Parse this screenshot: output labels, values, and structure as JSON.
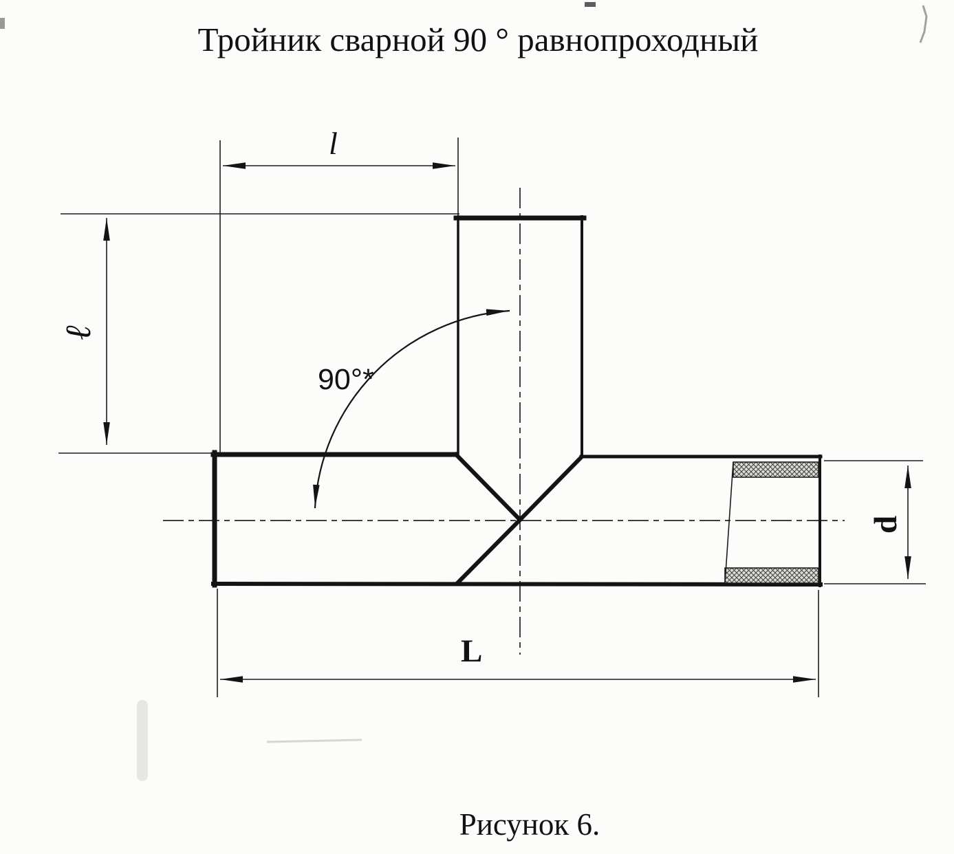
{
  "title": "Тройник сварной 90 ° равнопроходный",
  "caption": "Рисунок 6.",
  "labels": {
    "top_length": "l",
    "left_height": "ℓ",
    "angle": "90°*",
    "overall_length": "L",
    "diameter": "d"
  }
}
